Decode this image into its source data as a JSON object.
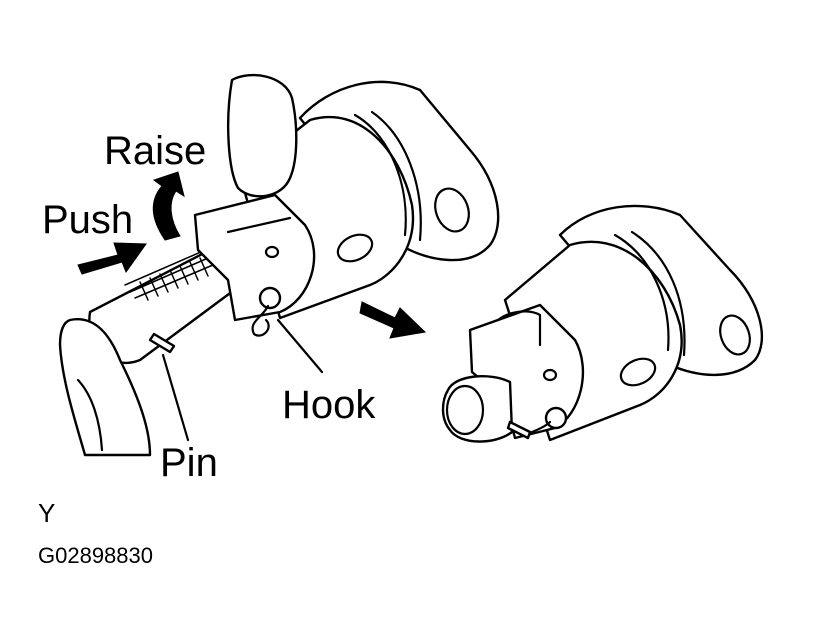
{
  "labels": {
    "raise": "Raise",
    "push": "Push",
    "hook": "Hook",
    "pin": "Pin",
    "view_letter": "Y",
    "figure_code": "G02898830"
  },
  "colors": {
    "ink": "#000000",
    "paper": "#ffffff"
  }
}
